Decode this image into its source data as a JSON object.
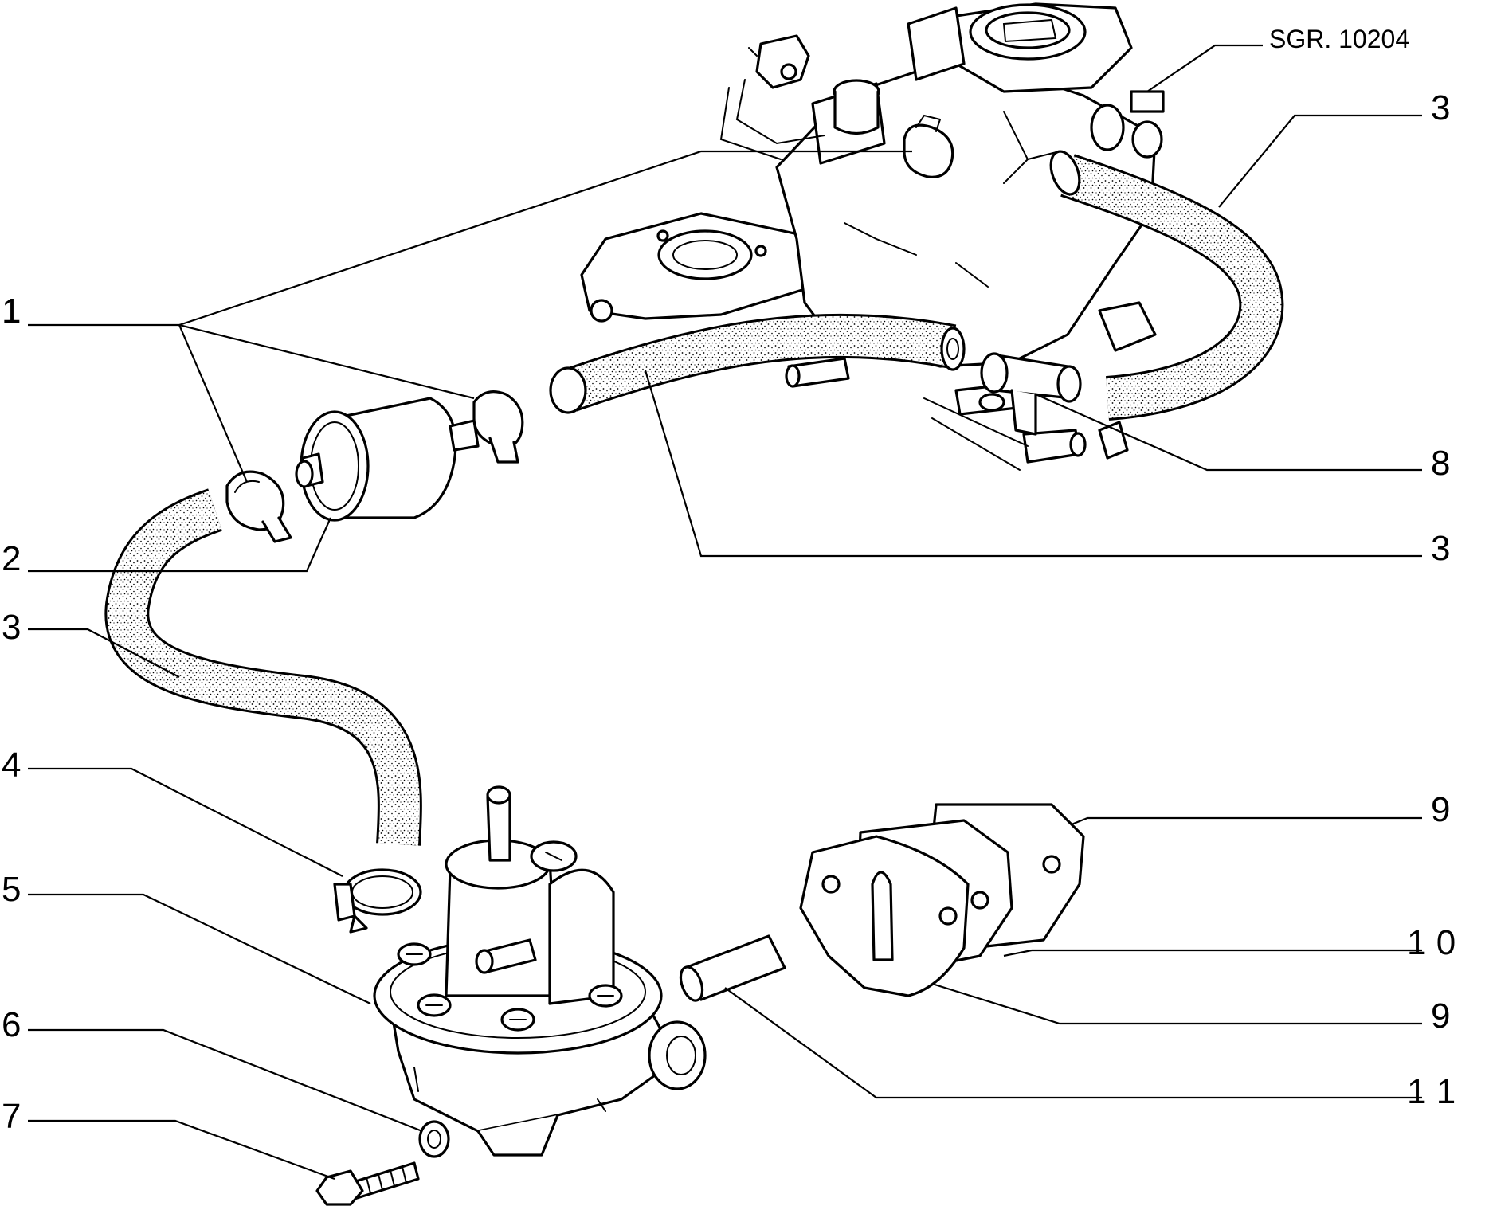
{
  "figure": {
    "code": "SGR. 10204"
  },
  "callouts": {
    "c1": "1",
    "c2": "2",
    "c3_left": "3",
    "c4": "4",
    "c5": "5",
    "c6": "6",
    "c7": "7",
    "c3_top": "3",
    "c8": "8",
    "c3_mid": "3",
    "c9_top": "9",
    "c10": "1 0",
    "c9_bottom": "9",
    "c11": "1 1"
  },
  "colors": {
    "ink": "#000000",
    "paper": "#ffffff"
  }
}
